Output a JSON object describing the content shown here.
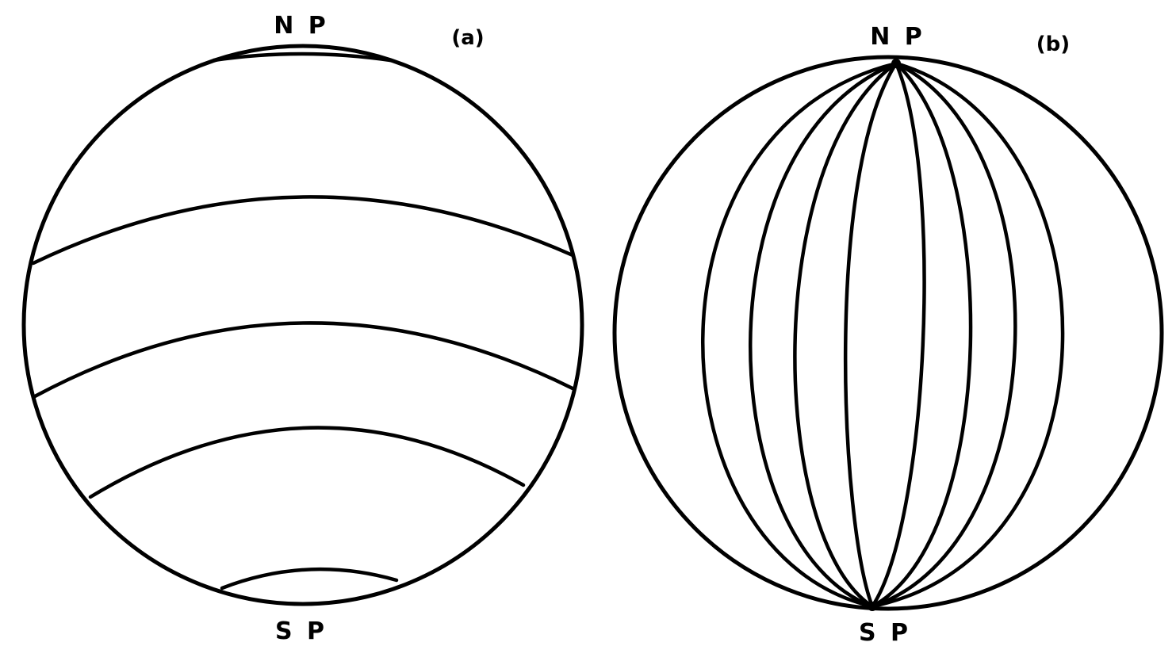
{
  "figure": {
    "panel_a": {
      "panel_label": "(a)",
      "north_label": "N P",
      "south_label": "S P"
    },
    "panel_b": {
      "panel_label": "(b)",
      "north_label": "N P",
      "south_label": "S P"
    }
  }
}
